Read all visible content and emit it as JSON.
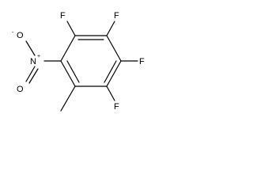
{
  "molecule": {
    "atoms": {
      "f_top_left": "F",
      "f_top_right": "F",
      "f_right": "F",
      "f_bottom_right": "F",
      "nitro_n": "N",
      "nitro_o_top": "O",
      "nitro_o_bottom": "O",
      "o_minus_charge": "-",
      "n_plus_charge": "+"
    }
  },
  "colors": {
    "ink": "#000000",
    "background": "#ffffff"
  }
}
